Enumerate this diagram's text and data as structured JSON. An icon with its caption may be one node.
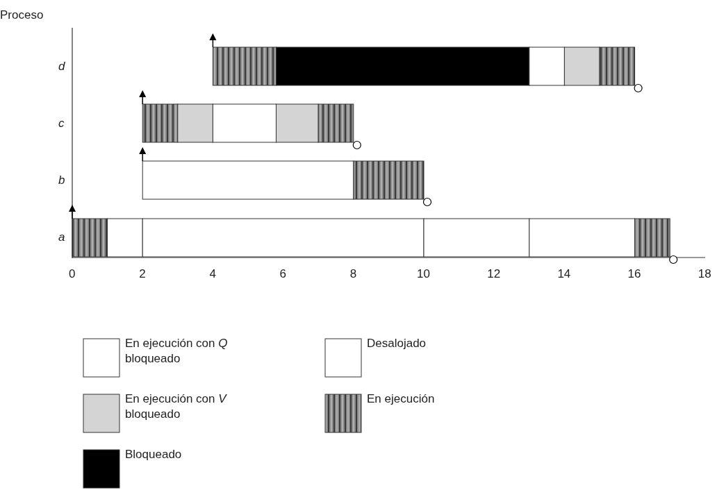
{
  "diagram": {
    "labels": [
      "Proceso",
      "d",
      "c",
      "b",
      "a",
      "0",
      "2",
      "4",
      "6",
      "8",
      "10",
      "12",
      "14",
      "16",
      "18"
    ],
    "legend": [
      {
        "text": "En ejecución con *Q* bloqueado",
        "color": "#ffffff"
      },
      {
        "text": "Desalojado",
        "color": "#ffffff"
      },
      {
        "text": "En ejecución con *V* bloqueado",
        "color": "#d4d4d4"
      },
      {
        "text": "En ejecución"
      },
      {
        "text": "Bloqueado",
        "color": "#000000"
      }
    ]
  }
}
